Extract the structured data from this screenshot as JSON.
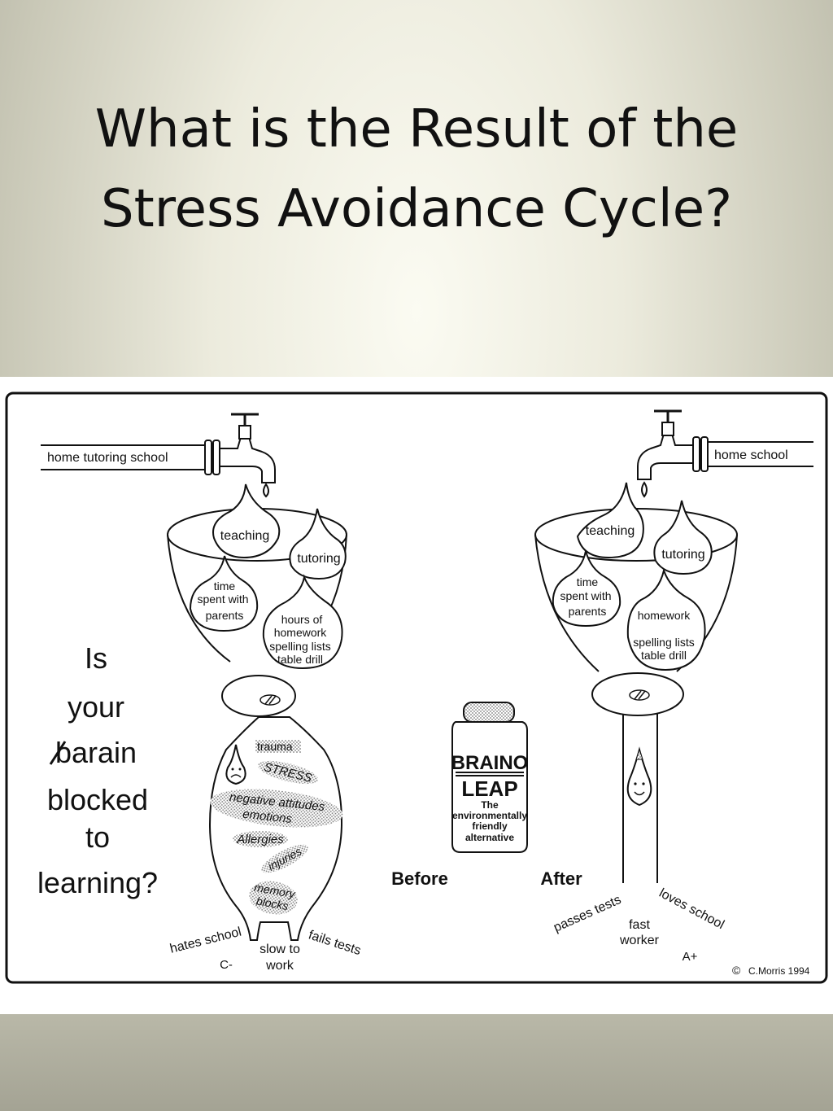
{
  "slide": {
    "title_line1": "What is the Result of the",
    "title_line2": "Stress Avoidance Cycle?"
  },
  "before": {
    "pipe_label": "home tutoring school",
    "drops": [
      "teaching",
      "tutoring"
    ],
    "time_drop": [
      "time",
      "spent with",
      "parents"
    ],
    "homework_drop": [
      "hours of",
      "homework",
      "spelling lists",
      "table drill"
    ],
    "blockages": {
      "trauma": "trauma",
      "stress": "STRESS",
      "neg1": "negative attitudes",
      "neg2": "emotions",
      "allergies": "Allergies",
      "injuries": "injuries",
      "memory1": "memory",
      "memory2": "blocks"
    },
    "outcomes": {
      "hates_school": "hates school",
      "grade": "C-",
      "slow1": "slow to",
      "slow2": "work",
      "fails_tests": "fails tests"
    },
    "caption": "Before"
  },
  "after": {
    "pipe_label": "home   school",
    "drops": [
      "teaching",
      "tutoring"
    ],
    "time_drop": [
      "time",
      "spent with",
      "parents"
    ],
    "homework_drop": [
      "homework",
      "spelling lists",
      "table drill"
    ],
    "outcomes": {
      "passes_tests": "passes tests",
      "fast1": "fast",
      "fast2": "worker",
      "loves_school": "loves school",
      "grade": "A+"
    },
    "caption": "After"
  },
  "question": {
    "line1": "Is",
    "line2": "your",
    "line3_b": "b",
    "line3_struck": "a",
    "line3_rest": "rain",
    "line4": "blocked",
    "line5": "to",
    "line6": "learning?"
  },
  "bottle": {
    "brand1": "BRAINO",
    "brand2": "LEAP",
    "desc1": "The",
    "desc2": "environmentally",
    "desc3": "friendly",
    "desc4": "alternative"
  },
  "copyright": {
    "symbol": "©",
    "text": "C.Morris 1994"
  }
}
